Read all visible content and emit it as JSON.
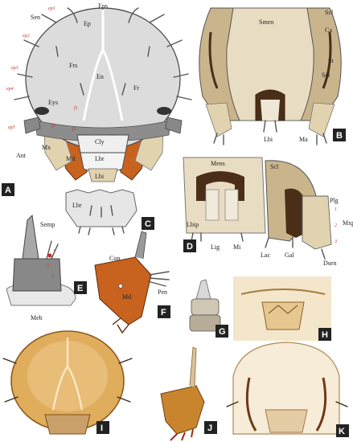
{
  "panels": [
    "A",
    "B",
    "C",
    "D",
    "E",
    "F",
    "G",
    "H",
    "I",
    "J",
    "K"
  ],
  "labels": {
    "A": {
      "eps": "Eps",
      "sen": "Sen",
      "ep": "Ep",
      "frs": "Frs",
      "en": "En",
      "fr": "Fr",
      "eys": "Eys",
      "cly": "Cly",
      "lbr": "Lbr",
      "lbi": "Lbi",
      "ant": "Ant",
      "md": "Md",
      "mx": "Mx"
    },
    "A_setae": {
      "p1": "ep1",
      "p2": "ep2",
      "p3": "ep3",
      "p4": "ep4",
      "p5": "ep5",
      "f1": "f1",
      "f2": "f2",
      "f3": "f3"
    },
    "B": {
      "smen": "Smen",
      "scl_top": "Scl",
      "ca": "Ca",
      "st": "St",
      "scl_mid": "Scl",
      "lbi": "Lbi",
      "ma": "Ma"
    },
    "C": {
      "lbr": "Lbr"
    },
    "D": {
      "mens": "Mens",
      "scl": "Scl",
      "lbip": "Lbip",
      "plg": "Plg",
      "mxp": "Mxp",
      "lig": "Lig",
      "mi": "Mi",
      "lac": "Lac",
      "gal": "Gal",
      "dsen": "Dsen",
      "n1": "1",
      "n2": "2",
      "n3": "3"
    },
    "E": {
      "semp": "Semp",
      "meb": "Meb",
      "n1": "1",
      "n2": "2",
      "n3": "3"
    },
    "F": {
      "con": "Con",
      "md": "Md",
      "pen": "Pen"
    }
  },
  "colors": {
    "head": "#dcdcdc",
    "sclerite": "#c9b48c",
    "mandible": "#c8621f",
    "dark": "#4a2e18",
    "panel_box": "#222222",
    "photo": "#e7c68e"
  }
}
